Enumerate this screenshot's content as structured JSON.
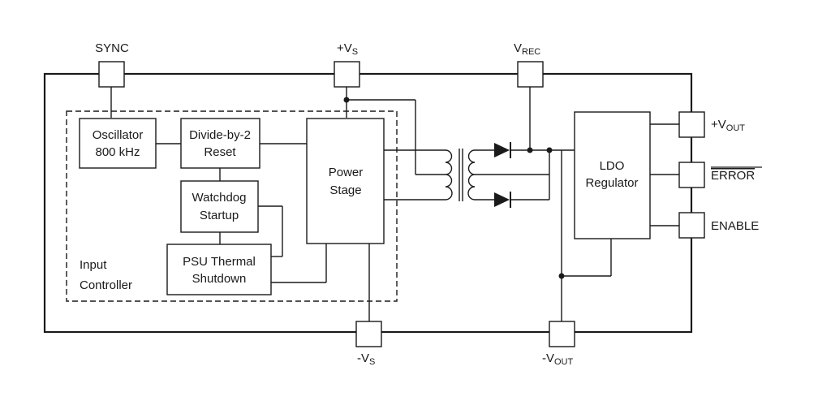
{
  "pins": {
    "sync": {
      "text": "SYNC"
    },
    "vs_pos": {
      "main": "+V",
      "sub": "S"
    },
    "vrec": {
      "main": "V",
      "sub": "REC"
    },
    "vs_neg": {
      "main": "-V",
      "sub": "S"
    },
    "vout_neg": {
      "main": "-V",
      "sub": "OUT"
    },
    "vout_pos": {
      "main": "+V",
      "sub": "OUT"
    },
    "error": {
      "text": "ERROR",
      "overline": true
    },
    "enable": {
      "text": "ENABLE"
    }
  },
  "blocks": {
    "oscillator": {
      "line1": "Oscillator",
      "line2": "800 kHz"
    },
    "divider": {
      "line1": "Divide-by-2",
      "line2": "Reset"
    },
    "watchdog": {
      "line1": "Watchdog",
      "line2": "Startup"
    },
    "thermal": {
      "line1": "PSU Thermal",
      "line2": "Shutdown"
    },
    "power_stage": {
      "line1": "Power",
      "line2": "Stage"
    },
    "ldo": {
      "line1": "LDO",
      "line2": "Regulator"
    }
  },
  "input_controller": {
    "line1": "Input",
    "line2": "Controller"
  }
}
